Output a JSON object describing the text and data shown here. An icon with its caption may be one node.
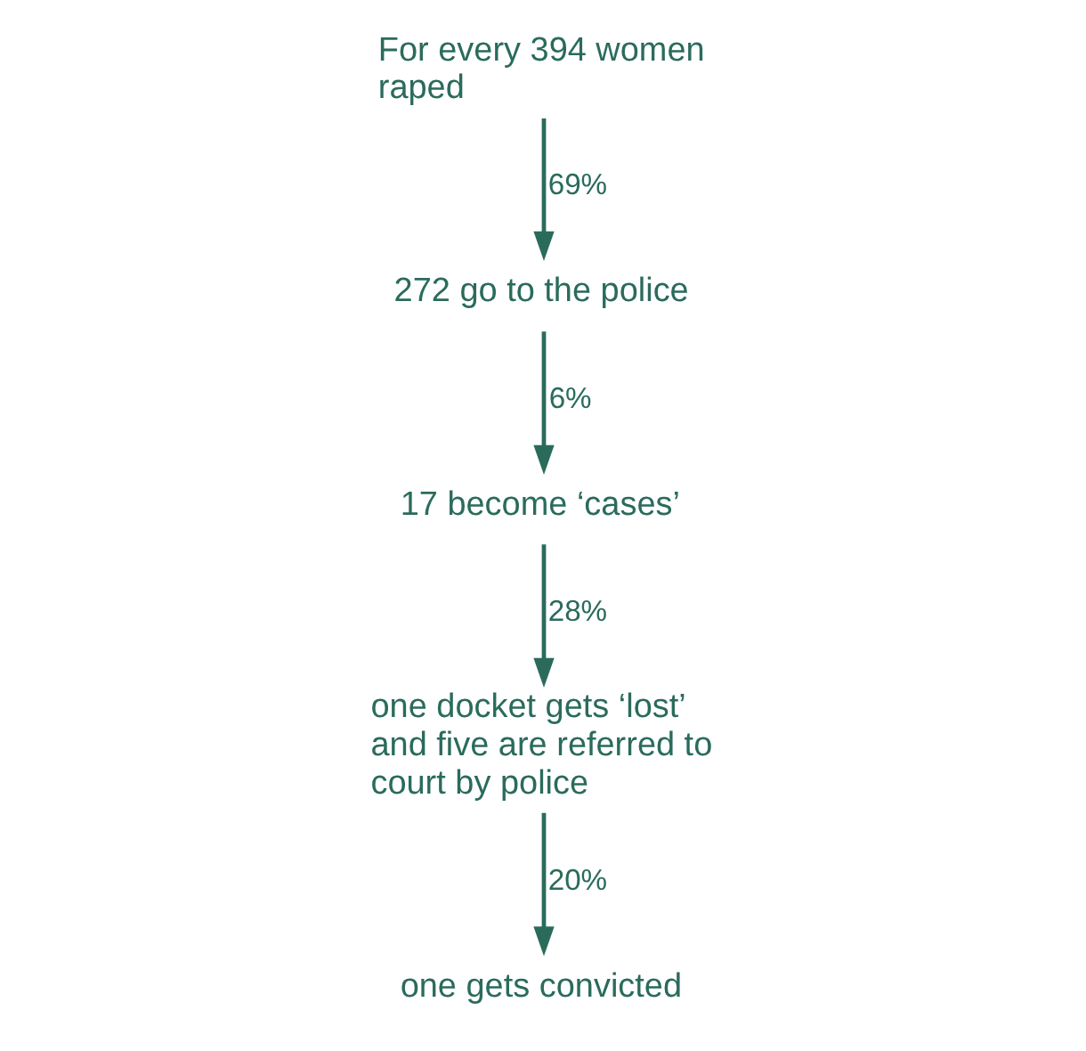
{
  "diagram": {
    "nodes": [
      {
        "text": [
          "For every 394 women raped"
        ]
      },
      {
        "text": [
          "272 go to the police"
        ]
      },
      {
        "text": [
          "17 become ‘cases’"
        ]
      },
      {
        "text": [
          "one docket gets ‘lost’ and five are referred to court by police"
        ]
      },
      {
        "text": [
          "one gets convicted"
        ]
      }
    ],
    "edges": [
      {
        "from": 0,
        "to": 1,
        "arrow": "to",
        "label": "69%"
      },
      {
        "from": 1,
        "to": 2,
        "arrow": "to",
        "label": "6%"
      },
      {
        "from": 2,
        "to": 3,
        "arrow": "to",
        "label": "28%"
      },
      {
        "from": 3,
        "to": 4,
        "arrow": "to",
        "label": "20%"
      }
    ]
  }
}
